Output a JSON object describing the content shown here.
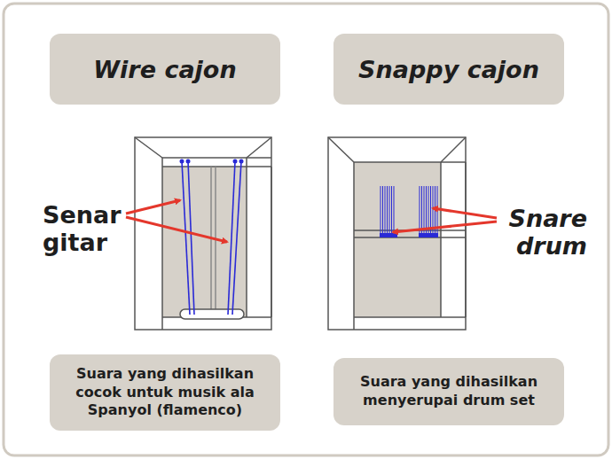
{
  "diagram": {
    "nodes": [
      {
        "text": [
          "Wire cajon"
        ]
      },
      {
        "text": [
          "Snappy cajon"
        ]
      },
      {
        "text": [
          "Suara yang dihasilkan cocok untuk musik ala Spanyol (flamenco)"
        ]
      },
      {
        "text": [
          "Suara yang dihasilkan menyerupai drum set"
        ]
      }
    ],
    "labels": [
      "Senar gitar",
      "Snare drum"
    ]
  }
}
